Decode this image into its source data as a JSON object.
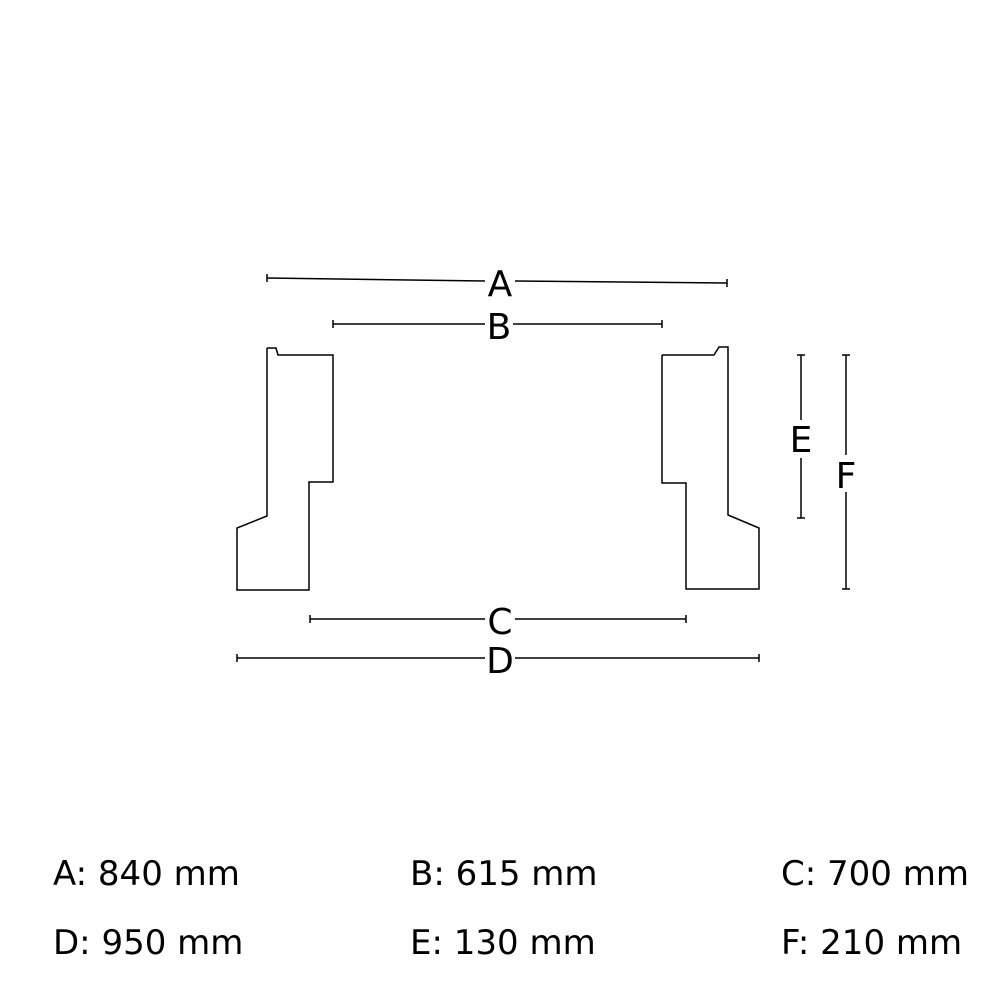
{
  "diagram": {
    "labels": {
      "A": "A",
      "B": "B",
      "C": "C",
      "D": "D",
      "E": "E",
      "F": "F"
    }
  },
  "dimensions": [
    {
      "text": "A: 840 mm"
    },
    {
      "text": "B: 615 mm"
    },
    {
      "text": "C: 700 mm"
    },
    {
      "text": "D: 950 mm"
    },
    {
      "text": "E: 130 mm"
    },
    {
      "text": "F: 210 mm"
    }
  ]
}
